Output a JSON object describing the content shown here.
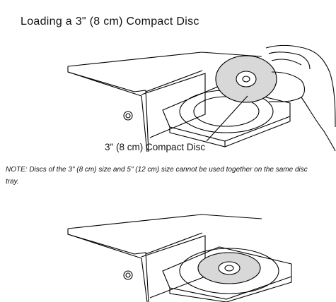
{
  "title": "Loading a 3\" (8 cm) Compact Disc",
  "callout_label": "3\" (8 cm) Compact Disc",
  "note": "NOTE: Discs of the 3\" (8 cm) size and 5\" (12 cm) size cannot be used together on the same disc tray."
}
